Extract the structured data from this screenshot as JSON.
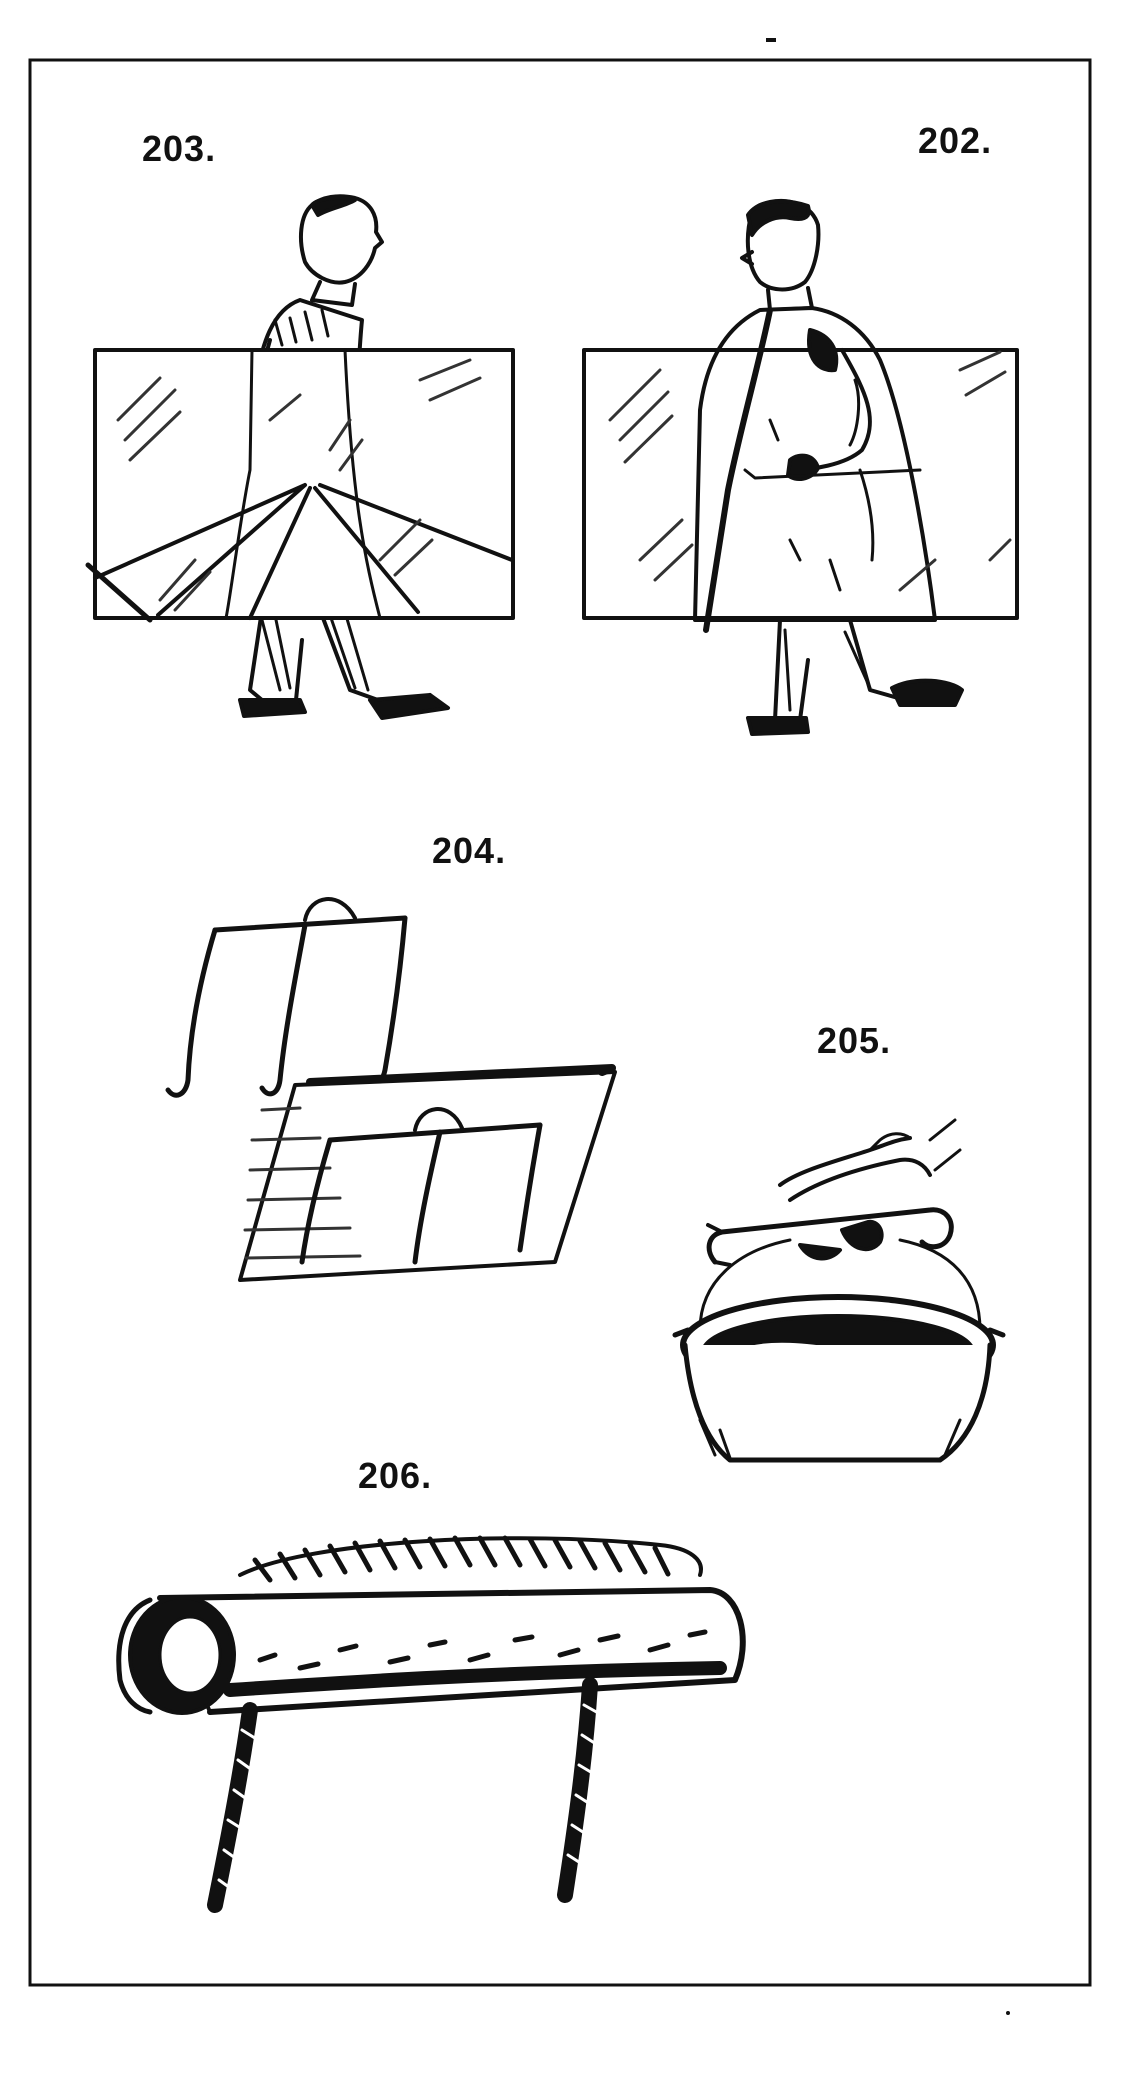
{
  "figures": [
    {
      "label": "203.",
      "icon": "man-carrying-glass-pane-with-rope-sling-icon"
    },
    {
      "label": "202.",
      "icon": "man-carrying-glass-pane-with-strap-icon"
    },
    {
      "label": "204.",
      "icon": "wire-hook-carrier-for-sheets-icon"
    },
    {
      "label": "205.",
      "icon": "hand-carrying-pot-with-wrench-handle-icon"
    },
    {
      "label": "206.",
      "icon": "pipe-with-rope-handle-icon"
    }
  ],
  "colors": {
    "ink": "#111111",
    "paper": "#ffffff",
    "glass-hatch": "#333333"
  }
}
